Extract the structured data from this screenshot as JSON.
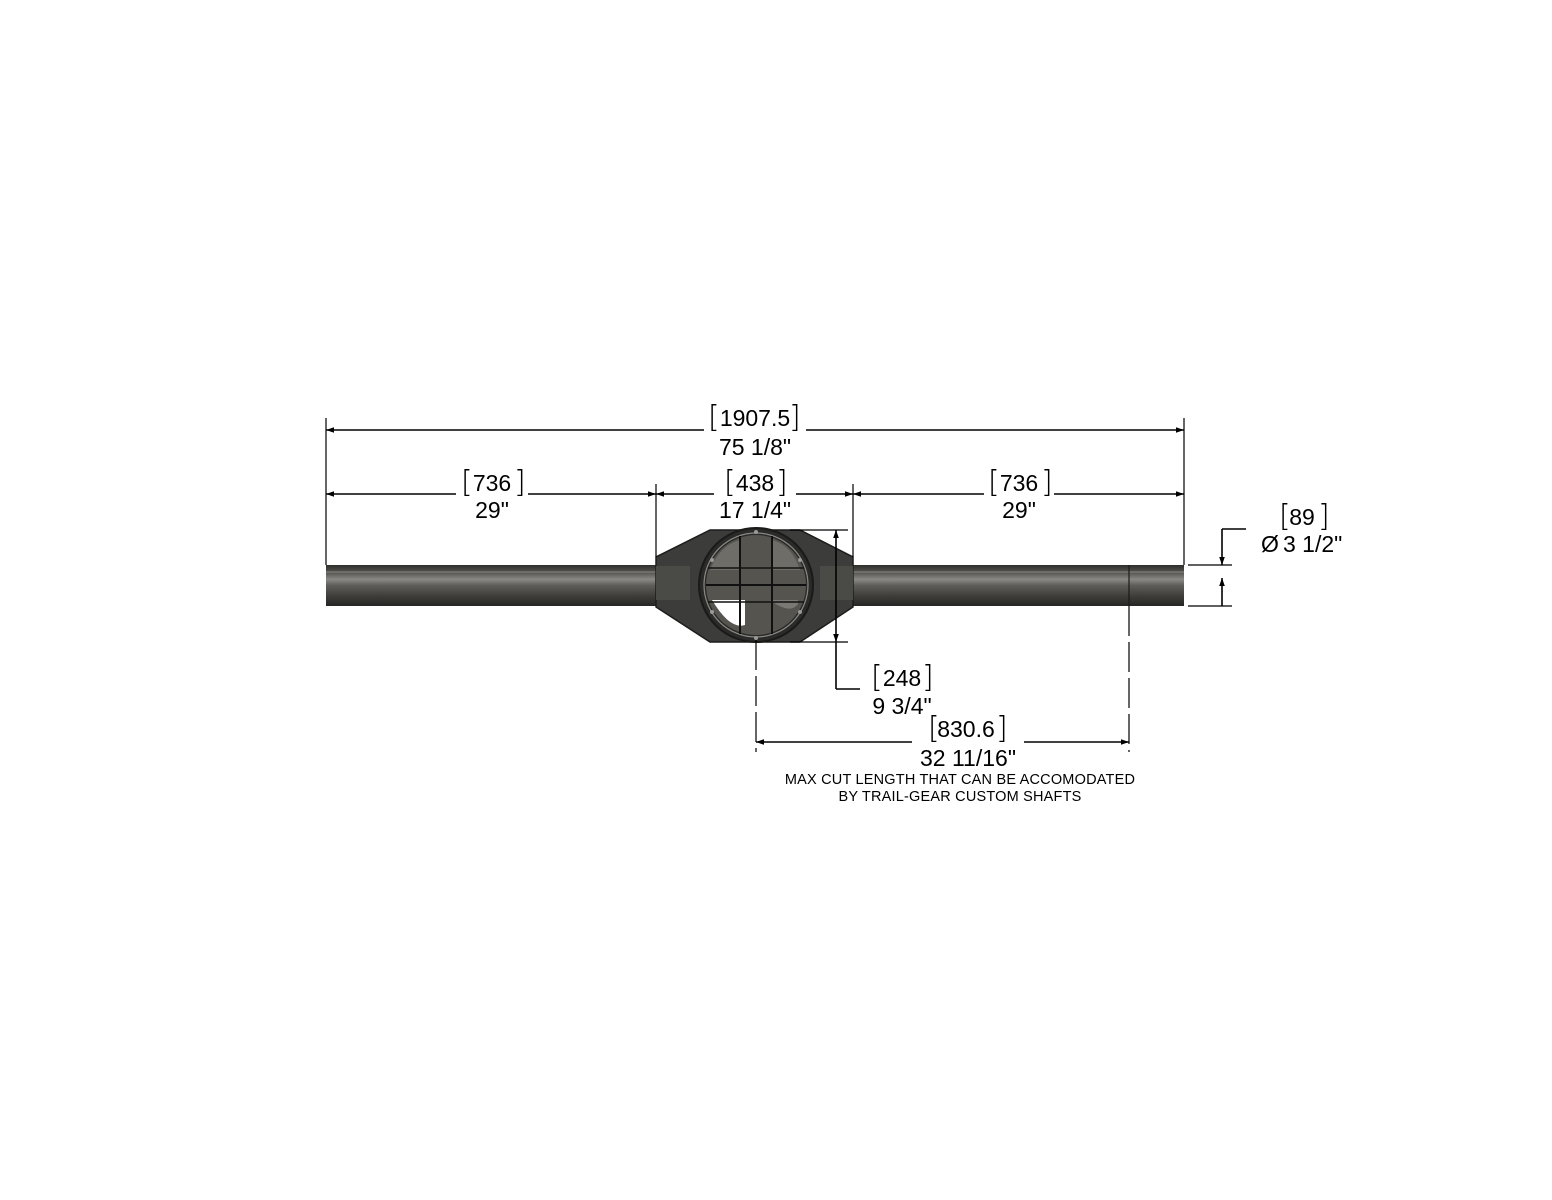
{
  "dimensions": {
    "overall": {
      "metric": "1907.5",
      "imperial": "75 1/8\""
    },
    "left_tube": {
      "metric": "736",
      "imperial": "29\""
    },
    "center_housing": {
      "metric": "438",
      "imperial": "17 1/4\""
    },
    "right_tube": {
      "metric": "736",
      "imperial": "29\""
    },
    "tube_diameter": {
      "metric": "89",
      "symbol": "Ø",
      "imperial": "3 1/2\""
    },
    "housing_height": {
      "metric": "248",
      "imperial": "9 3/4\""
    },
    "max_cut": {
      "metric": "830.6",
      "imperial": "32 11/16\"",
      "note_line1": "MAX CUT LENGTH THAT CAN BE ACCOMODATED",
      "note_line2": "BY TRAIL-GEAR CUSTOM SHAFTS"
    }
  },
  "colors": {
    "tube_dark": "#3b3b39",
    "tube_mid": "#5c5b58",
    "tube_highlight": "#8a8985",
    "housing": "#3f3f3d",
    "line": "#000000"
  }
}
